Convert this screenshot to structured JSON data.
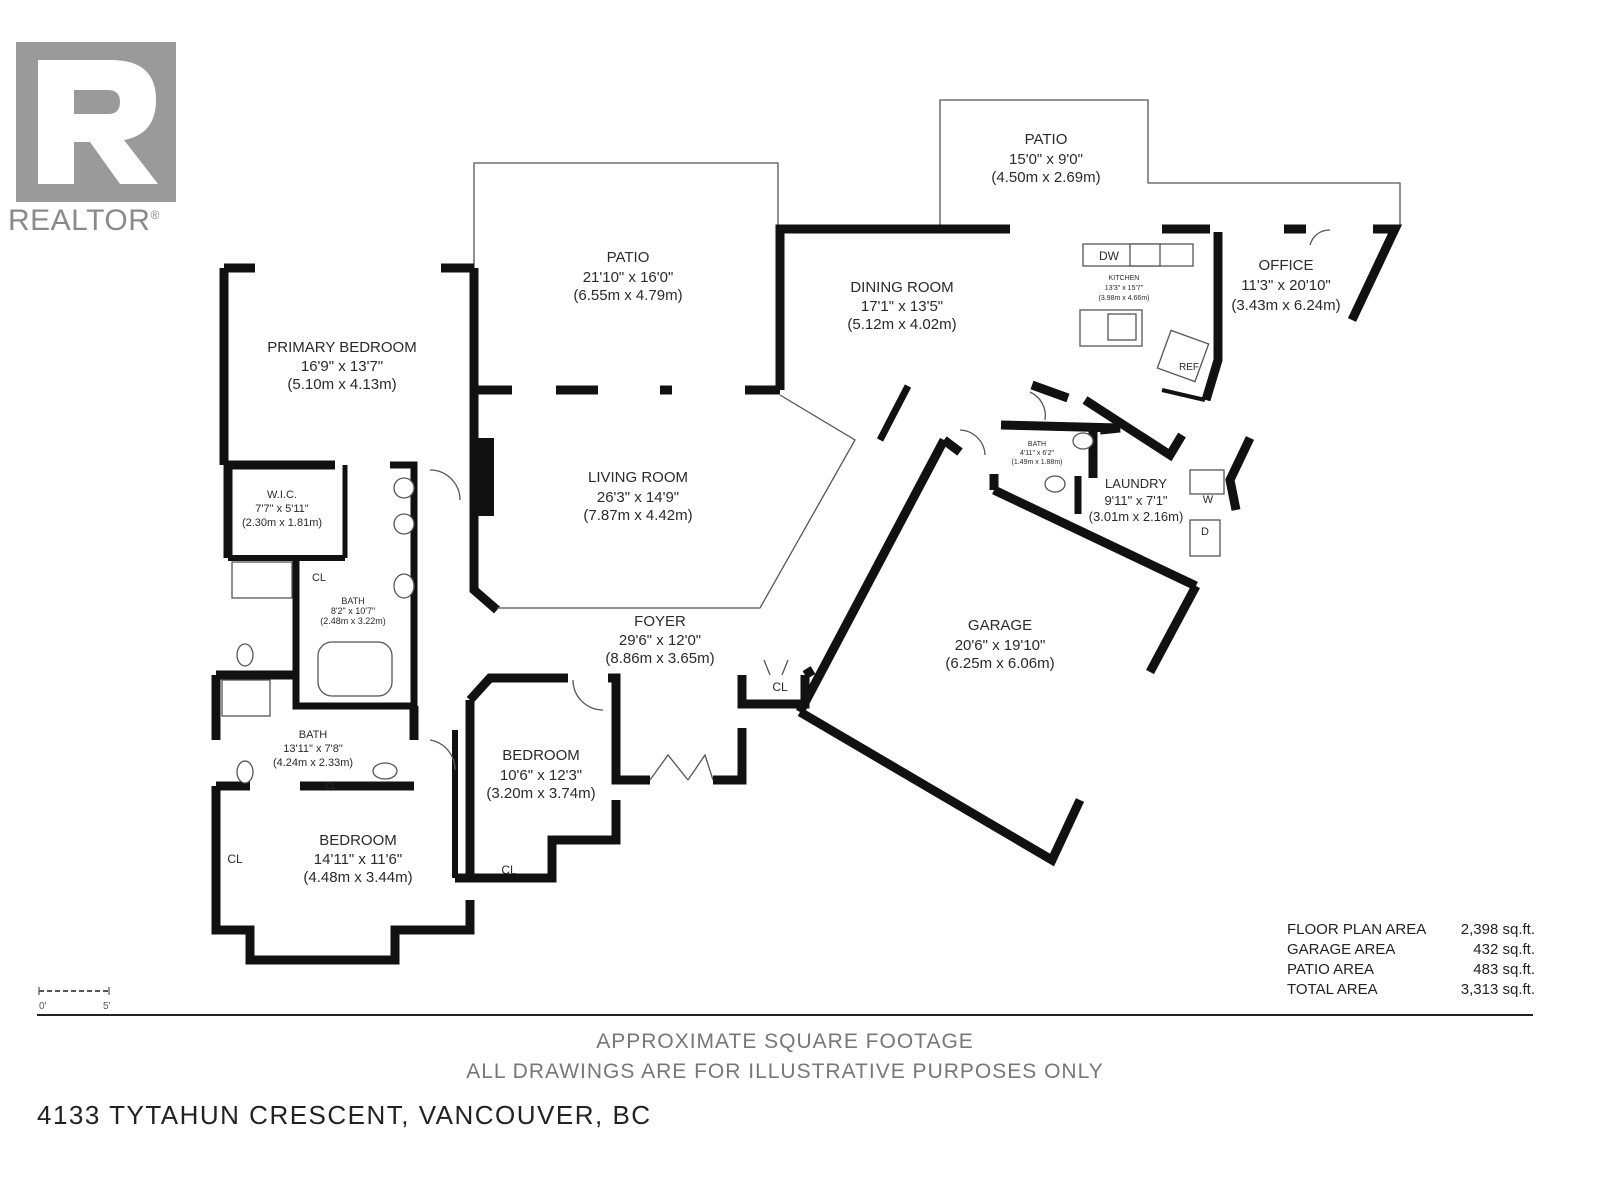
{
  "logo": {
    "name": "realtor-logo",
    "letter": "R",
    "wordmark": "REALTOR",
    "mark": "®"
  },
  "rooms": {
    "patio_top": {
      "name": "PATIO",
      "imperial": "15'0\" x 9'0\"",
      "metric": "(4.50m x 2.69m)"
    },
    "patio_mid": {
      "name": "PATIO",
      "imperial": "21'10\" x 16'0\"",
      "metric": "(6.55m x 4.79m)"
    },
    "dining": {
      "name": "DINING ROOM",
      "imperial": "17'1\" x 13'5\"",
      "metric": "(5.12m x 4.02m)"
    },
    "kitchen": {
      "name": "KITCHEN",
      "imperial": "13'3\" x 15'7\"",
      "metric": "(3.98m x 4.66m)"
    },
    "office": {
      "name": "OFFICE",
      "imperial": "11'3\" x 20'10\"",
      "metric": "(3.43m x 6.24m)"
    },
    "primary": {
      "name": "PRIMARY BEDROOM",
      "imperial": "16'9\" x 13'7\"",
      "metric": "(5.10m x 4.13m)"
    },
    "living": {
      "name": "LIVING ROOM",
      "imperial": "26'3\" x 14'9\"",
      "metric": "(7.87m x 4.42m)"
    },
    "wic": {
      "name": "W.I.C.",
      "imperial": "7'7\" x 5'11\"",
      "metric": "(2.30m x 1.81m)"
    },
    "bath_primary": {
      "name": "BATH",
      "imperial": "8'2\" x 10'7\"",
      "metric": "(2.48m x 3.22m)"
    },
    "bath_half": {
      "name": "BATH",
      "imperial": "4'11\" x 6'2\"",
      "metric": "(1.49m x 1.88m)"
    },
    "laundry": {
      "name": "LAUNDRY",
      "imperial": "9'11\" x 7'1\"",
      "metric": "(3.01m x 2.16m)"
    },
    "foyer": {
      "name": "FOYER",
      "imperial": "29'6\" x 12'0\"",
      "metric": "(8.86m x 3.65m)"
    },
    "garage": {
      "name": "GARAGE",
      "imperial": "20'6\" x 19'10\"",
      "metric": "(6.25m x 6.06m)"
    },
    "bath2": {
      "name": "BATH",
      "imperial": "13'11\" x 7'8\"",
      "metric": "(4.24m x 2.33m)"
    },
    "bedroom_mid": {
      "name": "BEDROOM",
      "imperial": "10'6\" x 12'3\"",
      "metric": "(3.20m x 3.74m)"
    },
    "bedroom_low": {
      "name": "BEDROOM",
      "imperial": "14'11\" x 11'6\"",
      "metric": "(4.48m x 3.44m)"
    }
  },
  "fixtures": {
    "cl": "CL",
    "dw": "DW",
    "ref": "REF",
    "washer": "W",
    "dryer": "D"
  },
  "areas": [
    {
      "label": "FLOOR PLAN AREA",
      "value": "2,398 sq.ft."
    },
    {
      "label": "GARAGE AREA",
      "value": "432 sq.ft."
    },
    {
      "label": "PATIO AREA",
      "value": "483 sq.ft."
    },
    {
      "label": "TOTAL AREA",
      "value": "3,313 sq.ft."
    }
  ],
  "scale": {
    "start": "0'",
    "end": "5'"
  },
  "notes": {
    "line1": "APPROXIMATE SQUARE FOOTAGE",
    "line2": "ALL DRAWINGS ARE FOR ILLUSTRATIVE PURPOSES ONLY"
  },
  "address": "4133 TYTAHUN CRESCENT, VANCOUVER, BC"
}
